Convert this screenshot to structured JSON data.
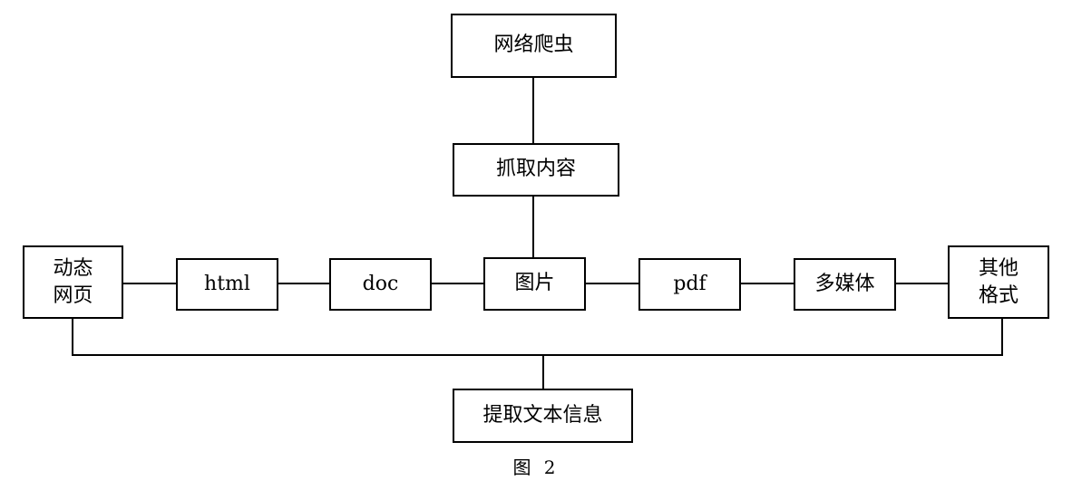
{
  "nodes": {
    "crawler": "网络爬虫",
    "fetch": "抓取内容",
    "dynamic_page": "动态\n网页",
    "html": "html",
    "doc": "doc",
    "image": "图片",
    "pdf": "pdf",
    "multimedia": "多媒体",
    "other_format": "其他\n格式",
    "extract_text": "提取文本信息"
  },
  "caption": "图 2"
}
